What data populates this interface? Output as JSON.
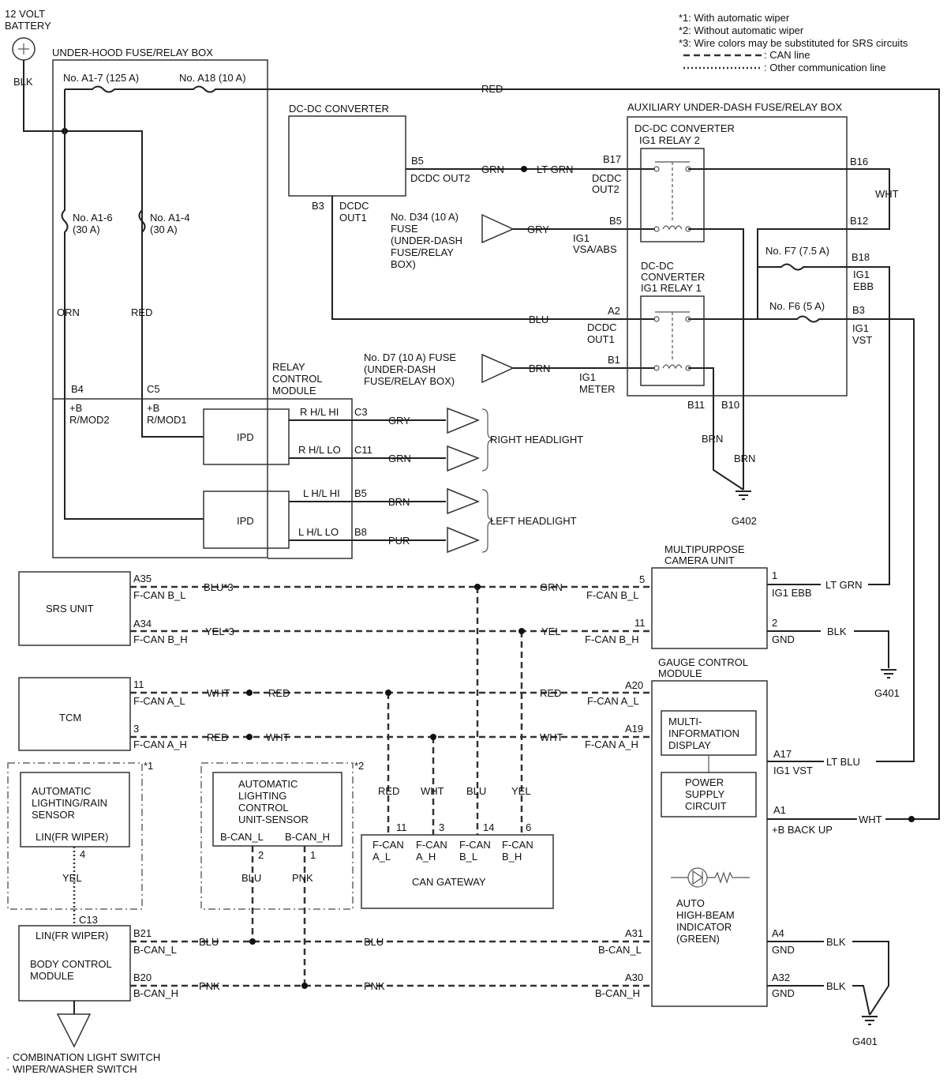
{
  "notes": [
    "*1: With automatic wiper",
    "*2: Without automatic wiper",
    "*3: Wire colors may be substituted for SRS circuits",
    ": CAN line",
    ": Other communication line"
  ],
  "battery": {
    "line1": "12 VOLT",
    "line2": "BATTERY",
    "wire": "BLK"
  },
  "underhood": {
    "title": "UNDER-HOOD FUSE/RELAY BOX",
    "fuse_a17": "No. A1-7 (125 A)",
    "fuse_a18": "No. A18 (10 A)",
    "fuse_a16_1": "No. A1-6",
    "fuse_a16_2": "(30 A)",
    "fuse_a14_1": "No. A1-4",
    "fuse_a14_2": "(30 A)",
    "wire_orn": "ORN",
    "wire_red": "RED",
    "wire_red_top": "RED"
  },
  "dcdc": {
    "title": "DC-DC CONVERTER",
    "b5": "B5",
    "out2": "DCDC OUT2",
    "b3": "B3",
    "out1a": "DCDC",
    "out1b": "OUT1",
    "wire_grn": "GRN",
    "wire_ltgrn": "LT GRN",
    "wire_blu": "BLU"
  },
  "aux": {
    "title": "AUXILIARY UNDER-DASH FUSE/RELAY BOX",
    "relay2_1": "DC-DC CONVERTER",
    "relay2_2": "IG1 RELAY 2",
    "relay1_1": "DC-DC",
    "relay1_2": "CONVERTER",
    "relay1_3": "IG1 RELAY 1",
    "b17": "B17",
    "b17_1": "DCDC",
    "b17_2": "OUT2",
    "b16": "B16",
    "b12": "B12",
    "wht": "WHT",
    "b5": "B5",
    "b5_1": "IG1",
    "b5_2": "VSA/ABS",
    "f7": "No. F7 (7.5 A)",
    "b18": "B18",
    "b18_1": "IG1",
    "b18_2": "EBB",
    "f6": "No. F6 (5 A)",
    "b3": "B3",
    "b3_1": "IG1",
    "b3_2": "VST",
    "a2": "A2",
    "a2_1": "DCDC",
    "a2_2": "OUT1",
    "b1": "B1",
    "b1_1": "IG1",
    "b1_2": "METER",
    "b11": "B11",
    "b10": "B10",
    "brn1": "BRN",
    "brn2": "BRN",
    "g402": "G402"
  },
  "d34": {
    "l1": "No. D34 (10 A)",
    "l2": "FUSE",
    "l3": "(UNDER-DASH",
    "l4": "FUSE/RELAY",
    "l5": "BOX)",
    "wire": "GRY"
  },
  "d7": {
    "l1": "No. D7 (10 A) FUSE",
    "l2": "(UNDER-DASH",
    "l3": "FUSE/RELAY BOX)",
    "wire": "BRN"
  },
  "rcm": {
    "t1": "RELAY",
    "t2": "CONTROL",
    "t3": "MODULE",
    "b4": "B4",
    "b4_1": "+B",
    "b4_2": "R/MOD2",
    "c5": "C5",
    "c5_1": "+B",
    "c5_2": "R/MOD1",
    "ipd": "IPD",
    "rhi": "R H/L HI",
    "c3": "C3",
    "wgry": "GRY",
    "rlo": "R H/L LO",
    "c11": "C11",
    "wgrn": "GRN",
    "lhi": "L H/L HI",
    "b5": "B5",
    "wbrn": "BRN",
    "llo": "L H/L LO",
    "b8": "B8",
    "wpur": "PUR",
    "right": "RIGHT HEADLIGHT",
    "left": "LEFT HEADLIGHT"
  },
  "srs": {
    "title": "SRS UNIT",
    "a35": "A35",
    "a35n": "F-CAN B_L",
    "a35w": "BLU*3",
    "a34": "A34",
    "a34n": "F-CAN B_H",
    "a34w": "YEL*3"
  },
  "camera": {
    "t1": "MULTIPURPOSE",
    "t2": "CAMERA UNIT",
    "p5": "5",
    "p5n": "F-CAN B_L",
    "wgrn": "GRN",
    "p11": "11",
    "p11n": "F-CAN B_H",
    "wyel": "YEL",
    "p1": "1",
    "p1n": "IG1 EBB",
    "wltgrn": "LT GRN",
    "p2": "2",
    "p2n": "GND",
    "wblk": "BLK",
    "g401": "G401"
  },
  "tcm": {
    "title": "TCM",
    "p11": "11",
    "p11n": "F-CAN A_L",
    "p3": "3",
    "p3n": "F-CAN A_H",
    "wwht1": "WHT",
    "wred1": "RED",
    "wred2": "RED",
    "wwht2": "WHT"
  },
  "gauge": {
    "t1": "GAUGE CONTROL",
    "t2": "MODULE",
    "a20": "A20",
    "a20n": "F-CAN A_L",
    "wred": "RED",
    "a19": "A19",
    "a19n": "F-CAN A_H",
    "wwht": "WHT",
    "mid1": "MULTI-",
    "mid2": "INFORMATION",
    "mid3": "DISPLAY",
    "psc1": "POWER",
    "psc2": "SUPPLY",
    "psc3": "CIRCUIT",
    "a17": "A17",
    "a17n": "IG1 VST",
    "wltblu": "LT BLU",
    "a1": "A1",
    "a1n": "+B BACK UP",
    "wwht2": "WHT",
    "ahb1": "AUTO",
    "ahb2": "HIGH-BEAM",
    "ahb3": "INDICATOR",
    "ahb4": "(GREEN)",
    "a31": "A31",
    "a31n": "B-CAN_L",
    "wblu": "BLU",
    "a30": "A30",
    "a30n": "B-CAN_H",
    "wpnk": "PNK",
    "a4": "A4",
    "a4n": "GND",
    "a32": "A32",
    "a32n": "GND",
    "wblk1": "BLK",
    "wblk2": "BLK",
    "g401": "G401"
  },
  "gateway": {
    "title": "CAN GATEWAY",
    "p11": "11",
    "p3": "3",
    "p14": "14",
    "p6": "6",
    "n1a": "F-CAN",
    "n1b": "A_L",
    "n2a": "F-CAN",
    "n2b": "A_H",
    "n3a": "F-CAN",
    "n3b": "B_L",
    "n4a": "F-CAN",
    "n4b": "B_H",
    "wred": "RED",
    "wwht": "WHT",
    "wblu": "BLU",
    "wyel": "YEL"
  },
  "rain": {
    "star": "*1",
    "t1": "AUTOMATIC",
    "t2": "LIGHTING/RAIN",
    "t3": "SENSOR",
    "lin": "LIN(FR WIPER)",
    "p4": "4",
    "wyel": "YEL"
  },
  "alc": {
    "star": "*2",
    "t1": "AUTOMATIC",
    "t2": "LIGHTING",
    "t3": "CONTROL",
    "t4": "UNIT-SENSOR",
    "bl": "B-CAN_L",
    "bh": "B-CAN_H",
    "p2": "2",
    "p1": "1",
    "wblu": "BLU",
    "wpnk": "PNK"
  },
  "bcm": {
    "c13": "C13",
    "lin": "LIN(FR WIPER)",
    "t1": "BODY CONTROL",
    "t2": "MODULE",
    "b21": "B21",
    "b21n": "B-CAN_L",
    "wblu1": "BLU",
    "wblu2": "BLU",
    "b20": "B20",
    "b20n": "B-CAN_H",
    "wpnk1": "PNK",
    "wpnk2": "PNK",
    "s1": "· COMBINATION LIGHT SWITCH",
    "s2": "· WIPER/WASHER SWITCH"
  }
}
